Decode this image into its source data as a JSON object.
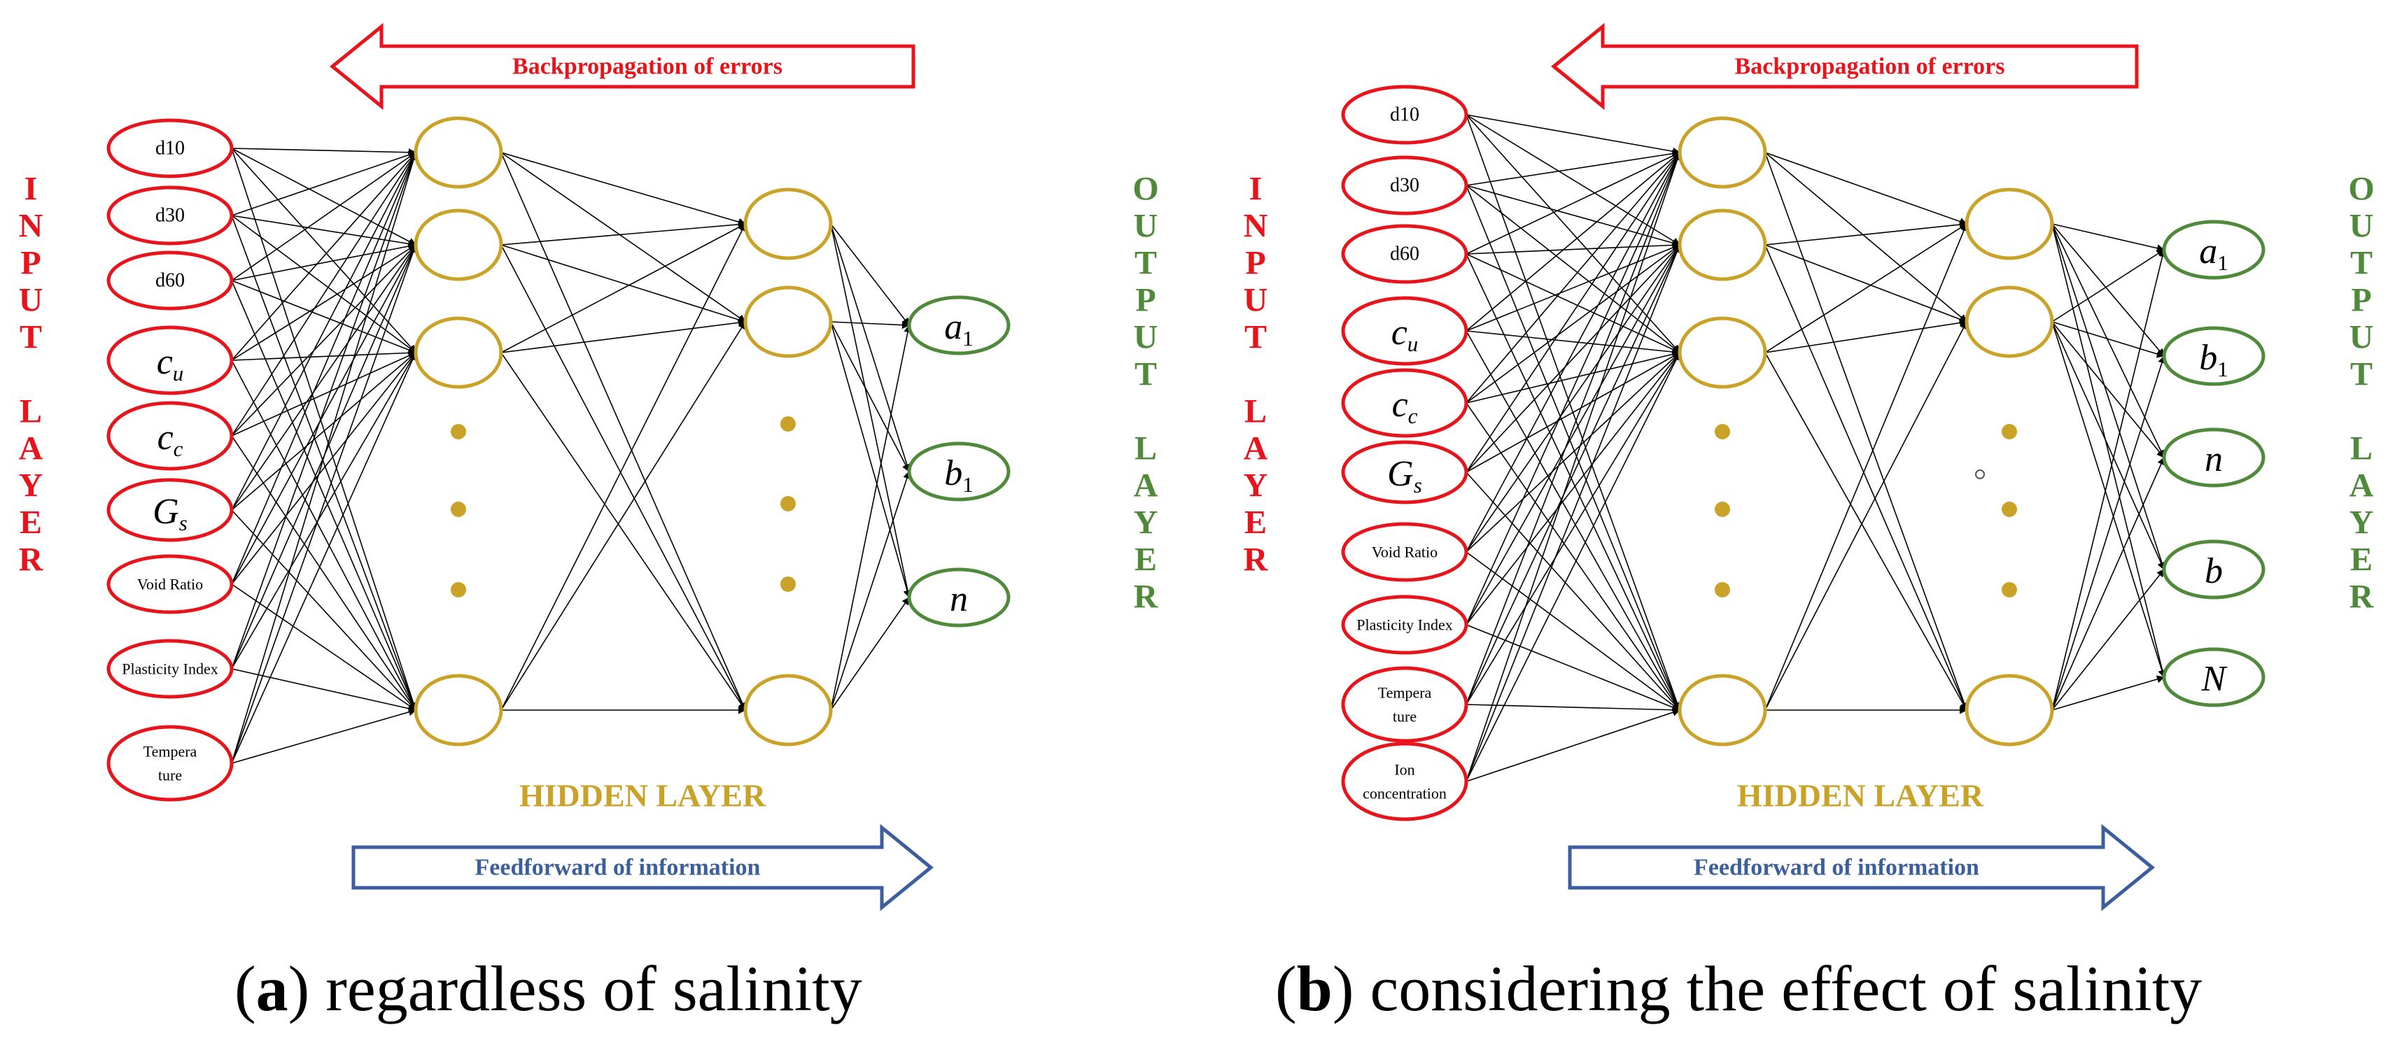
{
  "colors": {
    "input": "#e8141b",
    "hidden": "#c9a227",
    "output": "#4f8a3a",
    "feed": "#3b5f9e",
    "line": "#000000"
  },
  "panels": [
    {
      "id": "a",
      "back_label": "Backpropagation of errors",
      "feed_label": "Feedforward of information",
      "input_side_label": [
        "I",
        "N",
        "P",
        "U",
        "T",
        "",
        "L",
        "A",
        "Y",
        "E",
        "R"
      ],
      "output_side_label": [
        "O",
        "U",
        "T",
        "P",
        "U",
        "T",
        "",
        "L",
        "A",
        "Y",
        "E",
        "R"
      ],
      "hidden_label": "HIDDEN LAYER",
      "inputs": [
        {
          "text": "d10"
        },
        {
          "text": "d30"
        },
        {
          "text": "d60"
        },
        {
          "math": "c",
          "sub": "u"
        },
        {
          "math": "c",
          "sub": "c"
        },
        {
          "math": "G",
          "sub": "s"
        },
        {
          "text": "Void Ratio"
        },
        {
          "text": "Plasticity Index"
        },
        {
          "text": "Tempera",
          "text2": "ture"
        }
      ],
      "outputs": [
        {
          "math": "a",
          "sub": "1"
        },
        {
          "math": "b",
          "sub": "1"
        },
        {
          "math": "n"
        }
      ],
      "caption_tag": "a",
      "caption_text": "regardless of salinity"
    },
    {
      "id": "b",
      "back_label": "Backpropagation of errors",
      "feed_label": "Feedforward of information",
      "input_side_label": [
        "I",
        "N",
        "P",
        "U",
        "T",
        "",
        "L",
        "A",
        "Y",
        "E",
        "R"
      ],
      "output_side_label": [
        "O",
        "U",
        "T",
        "P",
        "U",
        "T",
        "",
        "L",
        "A",
        "Y",
        "E",
        "R"
      ],
      "hidden_label": "HIDDEN LAYER",
      "inputs": [
        {
          "text": "d10"
        },
        {
          "text": "d30"
        },
        {
          "text": "d60"
        },
        {
          "math": "c",
          "sub": "u"
        },
        {
          "math": "c",
          "sub": "c"
        },
        {
          "math": "G",
          "sub": "s"
        },
        {
          "text": "Void Ratio"
        },
        {
          "text": "Plasticity Index"
        },
        {
          "text": "Tempera",
          "text2": "ture"
        },
        {
          "text": "Ion",
          "text2": "concentration"
        }
      ],
      "outputs": [
        {
          "math": "a",
          "sub": "1"
        },
        {
          "math": "b",
          "sub": "1"
        },
        {
          "math": "n"
        },
        {
          "math": "b"
        },
        {
          "math": "N"
        }
      ],
      "caption_tag": "b",
      "caption_text": "considering the effect of salinity"
    }
  ]
}
